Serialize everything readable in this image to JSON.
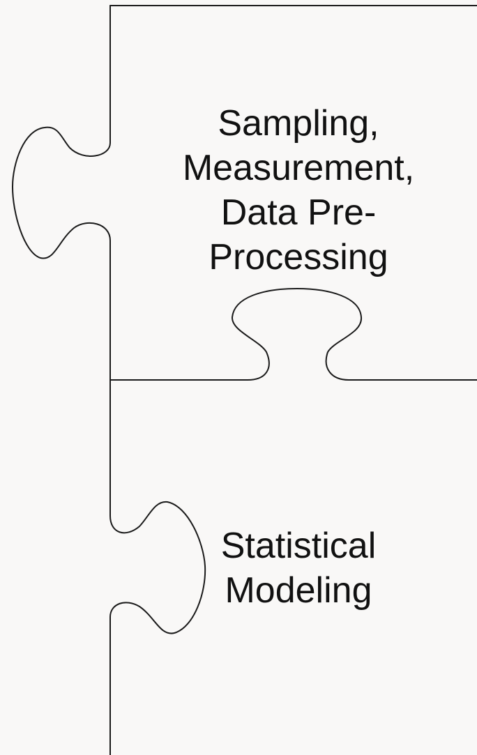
{
  "pieces": [
    {
      "id": "top",
      "lines": [
        "Sampling,",
        "Measurement,",
        "Data Pre-",
        "Processing"
      ]
    },
    {
      "id": "bottom",
      "lines": [
        "Statistical",
        "Modeling"
      ]
    }
  ],
  "colors": {
    "background": "#f9f8f7",
    "outline": "#1a1a1a",
    "text": "#111111"
  }
}
